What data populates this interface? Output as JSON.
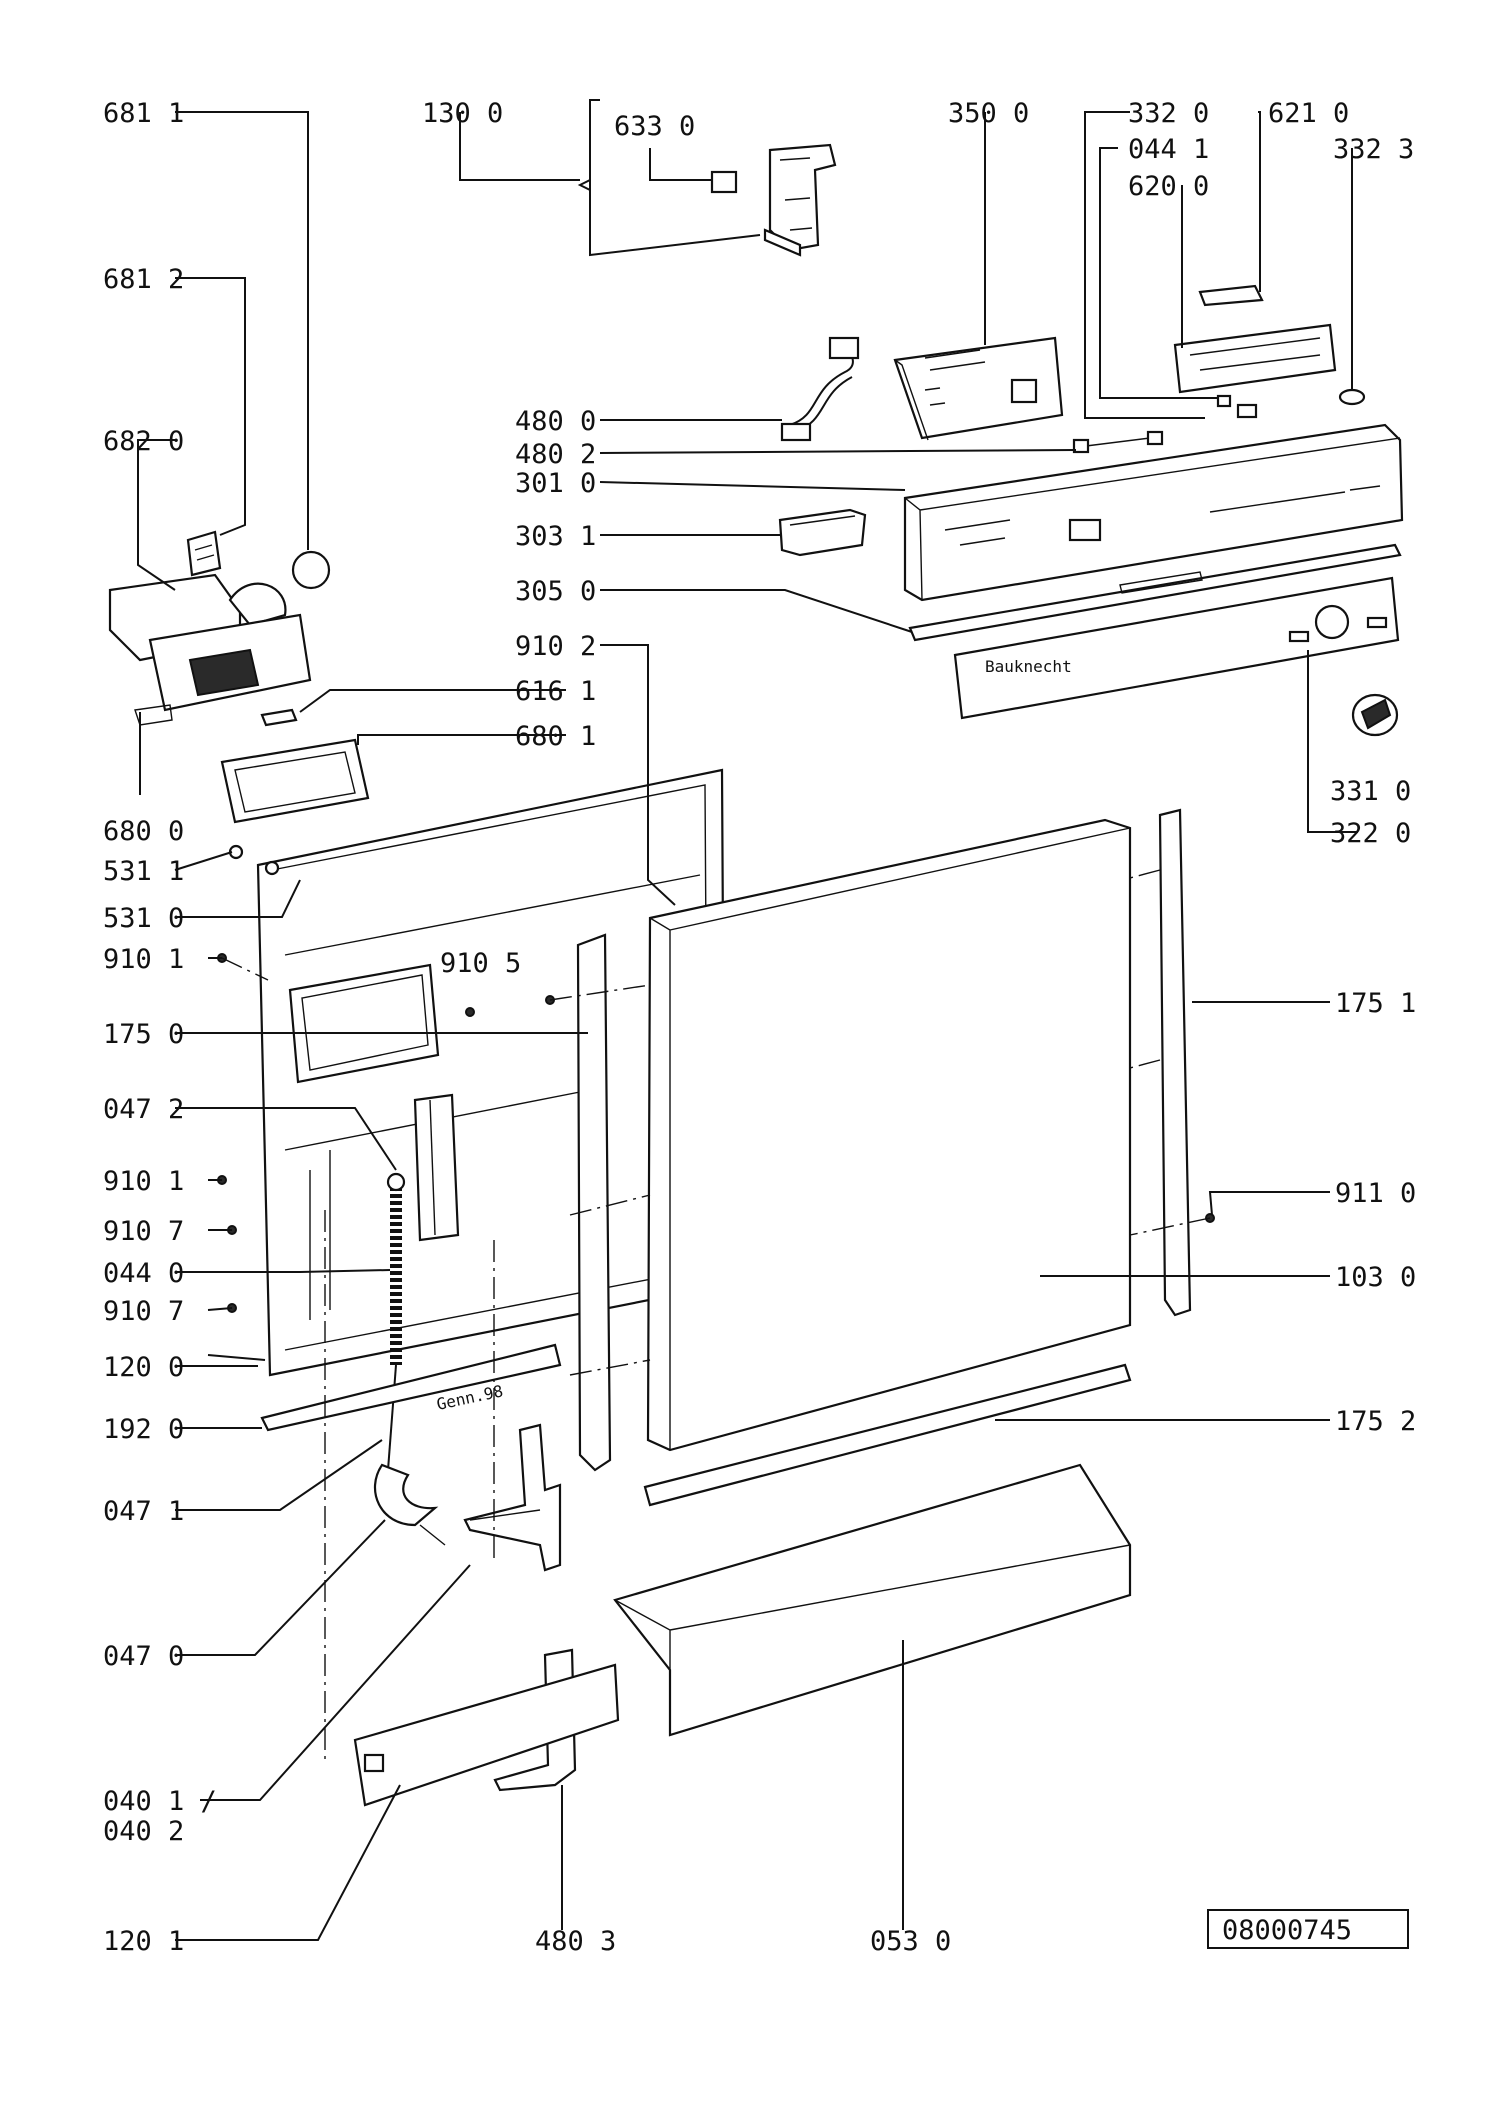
{
  "drawing_number": "08000745",
  "brand_text": "Bauknecht",
  "date_text": "Genn.98",
  "labels": {
    "l6811": "681 1",
    "l1300": "130 0",
    "l6330": "633 0",
    "l3500": "350 0",
    "l3320": "332 0",
    "l6210": "621 0",
    "l0441": "044 1",
    "l3323": "332 3",
    "l6200": "620 0",
    "l6812": "681 2",
    "l6820": "682 0",
    "l4800": "480 0",
    "l4802": "480 2",
    "l3010": "301 0",
    "l3031": "303 1",
    "l3050": "305 0",
    "l9102": "910 2",
    "l6161": "616 1",
    "l6801": "680 1",
    "l6800": "680 0",
    "l3310": "331 0",
    "l3220": "322 0",
    "l5311": "531 1",
    "l5310": "531 0",
    "l9101a": "910 1",
    "l9105": "910 5",
    "l1750": "175 0",
    "l1751": "175 1",
    "l0472": "047 2",
    "l9101b": "910 1",
    "l9110": "911 0",
    "l9107a": "910 7",
    "l0440": "044 0",
    "l1030": "103 0",
    "l9107b": "910 7",
    "l1200": "120 0",
    "l1920": "192 0",
    "l1752": "175 2",
    "l0471": "047 1",
    "l0470": "047 0",
    "l0401": "040 1 /",
    "l0402": "040 2",
    "l1201": "120 1",
    "l4803": "480 3",
    "l0530": "053 0"
  }
}
